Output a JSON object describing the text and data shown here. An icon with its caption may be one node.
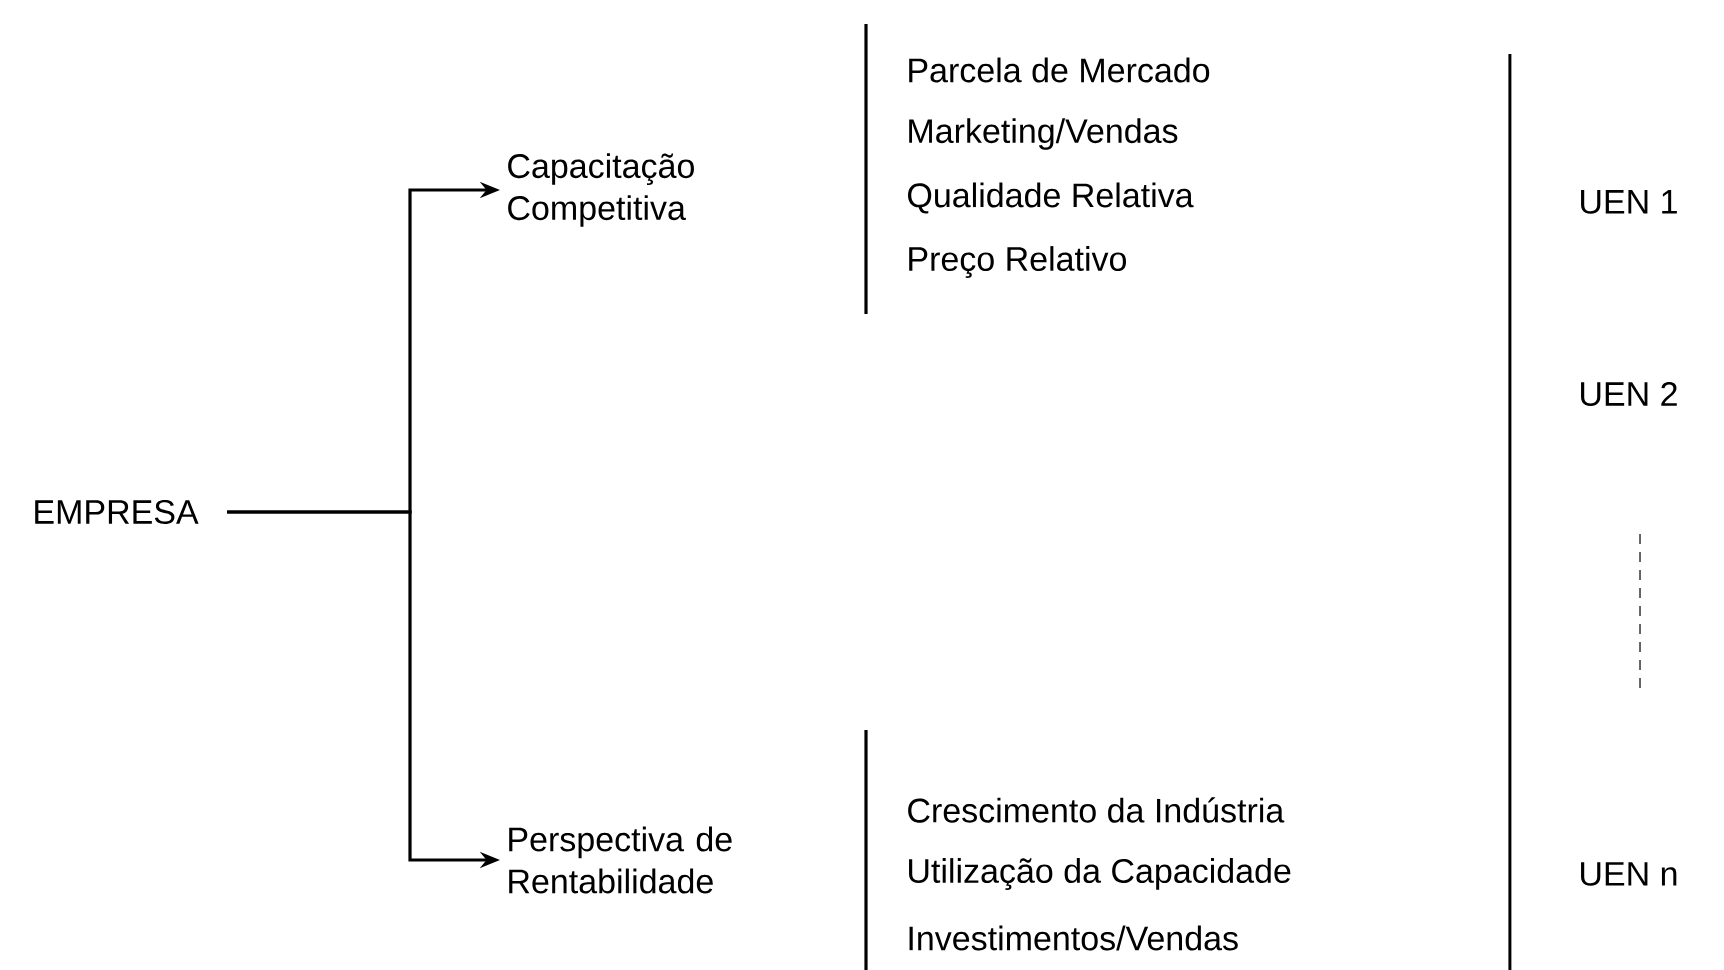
{
  "diagram": {
    "nodes": [
      {
        "text": [
          "EMPRESA"
        ]
      },
      {
        "text": [
          "Capacitação Competitiva"
        ]
      },
      {
        "text": [
          "Perspectiva de Rentabilidade"
        ]
      }
    ],
    "edges": [
      {
        "from": 0,
        "to": 1,
        "arrow": "to"
      },
      {
        "from": 0,
        "to": 2,
        "arrow": "to"
      }
    ],
    "labels": [
      "Parcela de Mercado",
      "Marketing/Vendas",
      "Qualidade Relativa",
      "Preço Relativo",
      "Crescimento da Indústria",
      "Utilização da Capacidade",
      "Investimentos/Vendas",
      "UEN 1",
      "UEN 2",
      "UEN n"
    ]
  }
}
